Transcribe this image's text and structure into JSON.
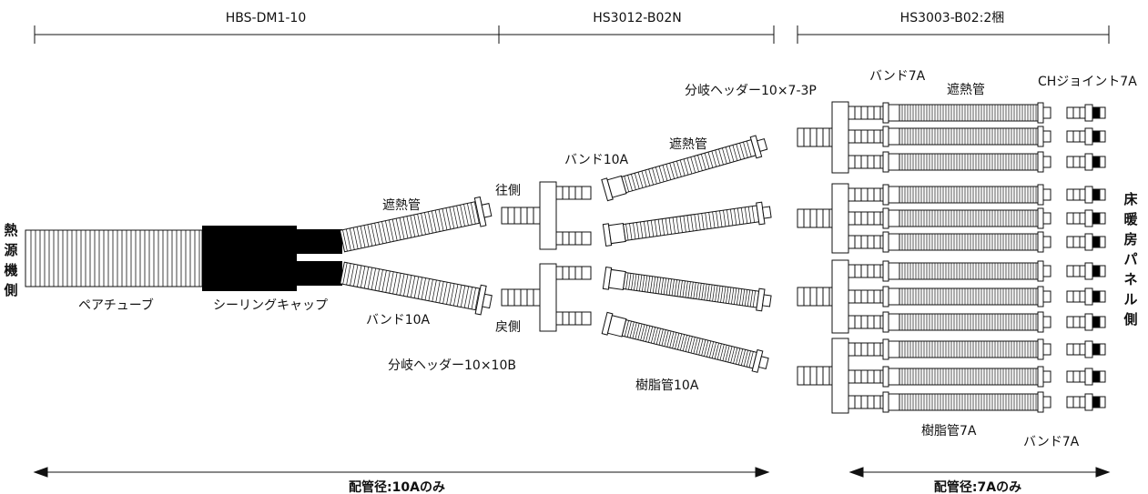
{
  "sections": {
    "left": "HBS-DM1-10",
    "middle": "HS3012-B02N",
    "right": "HS3003-B02:2梱"
  },
  "side_labels": {
    "heat_source": [
      "熱",
      "源",
      "機",
      "側"
    ],
    "panel": [
      "床",
      "暖",
      "房",
      "パ",
      "ネ",
      "ル",
      "側"
    ]
  },
  "labels": {
    "pair_tube": "ペアチューブ",
    "sealing_cap": "シーリングキャップ",
    "insulation_a": "遮熱管",
    "band_10a_a": "バンド10A",
    "supply_side": "往側",
    "return_side": "戻側",
    "header_10x10b": "分岐ヘッダー10×10B",
    "band_10a_b": "バンド10A",
    "insulation_b": "遮熱管",
    "resin_pipe_10a": "樹脂管10A",
    "header_10x7": "分岐ヘッダー10×7-3P",
    "band_7a_top": "バンド7A",
    "insulation_c": "遮熱管",
    "ch_joint": "CHジョイント7A",
    "resin_pipe_7a": "樹脂管7A",
    "band_7a_bottom": "バンド7A"
  },
  "bottom": {
    "left": "配管径:10Aのみ",
    "right": "配管径:7Aのみ"
  },
  "colors": {
    "line": "#111111",
    "cap": "#000000",
    "fill": "#ffffff"
  }
}
